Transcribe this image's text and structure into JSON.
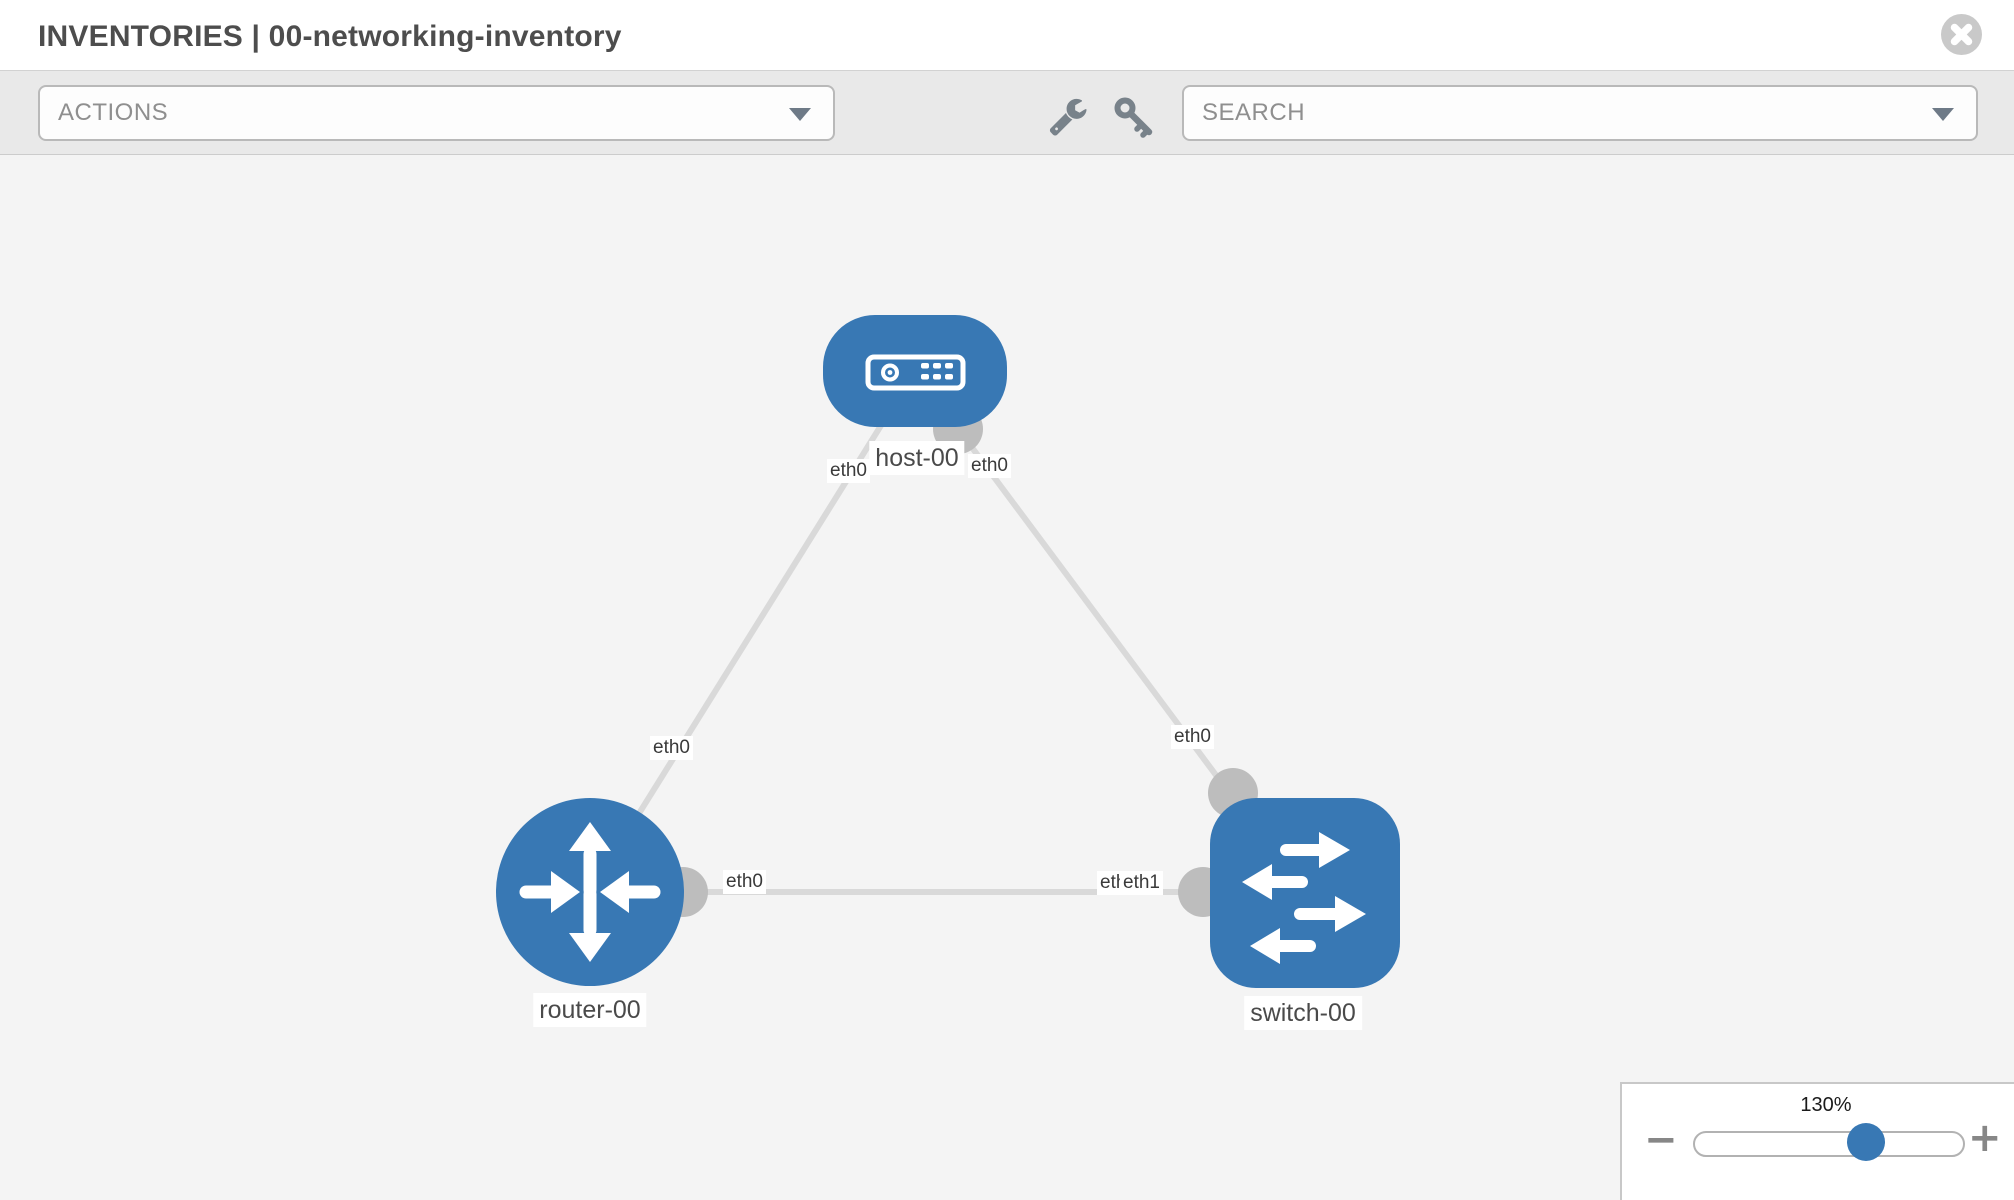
{
  "header": {
    "title": "INVENTORIES | 00-networking-inventory"
  },
  "toolbar": {
    "actions": {
      "label": "ACTIONS"
    },
    "search": {
      "placeholder": "SEARCH"
    },
    "icons": [
      "wrench-icon",
      "key-icon"
    ]
  },
  "canvas": {
    "nodes": [
      {
        "id": "host-00",
        "type": "host",
        "label": "host-00"
      },
      {
        "id": "router-00",
        "type": "router",
        "label": "router-00"
      },
      {
        "id": "switch-00",
        "type": "switch",
        "label": "switch-00"
      }
    ],
    "port_labels": [
      {
        "text": "eth0",
        "location": "host-00-left"
      },
      {
        "text": "eth0",
        "location": "host-00-right"
      },
      {
        "text": "eth0",
        "location": "link-host-router"
      },
      {
        "text": "eth0",
        "location": "link-host-switch"
      },
      {
        "text": "eth0",
        "location": "router-00-right"
      },
      {
        "text": "eth0",
        "location": "switch-00-left-occluded"
      },
      {
        "text": "eth1",
        "location": "switch-00-left"
      }
    ],
    "links": [
      {
        "from": "router-00",
        "to": "host-00"
      },
      {
        "from": "host-00",
        "to": "switch-00"
      },
      {
        "from": "router-00",
        "to": "switch-00"
      }
    ]
  },
  "zoom_control": {
    "level": "130%",
    "minus_label": "−",
    "plus_label": "+"
  },
  "colors": {
    "node_blue": "#3878b4",
    "link_gray": "#d9d9d9",
    "interface_gray": "#bdbdbd",
    "canvas_bg": "#f4f4f4",
    "toolbar_bg": "#e9e9e9"
  }
}
